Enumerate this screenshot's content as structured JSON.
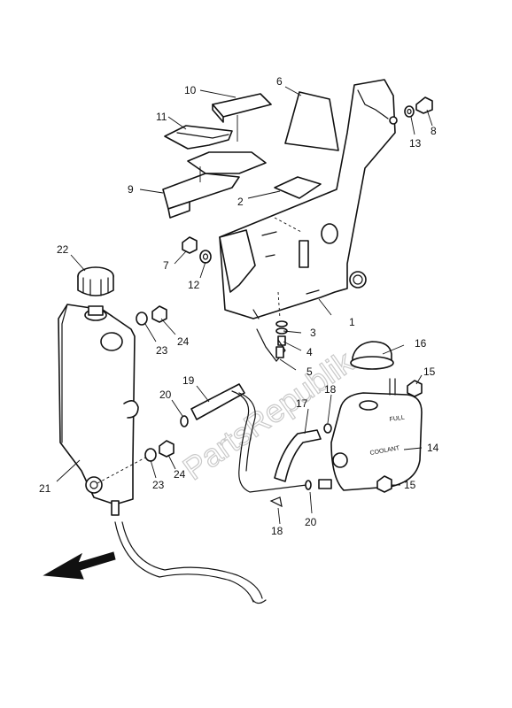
{
  "diagram": {
    "watermark": "PartsRepublik",
    "callouts": {
      "c1": "1",
      "c2": "2",
      "c3": "3",
      "c4": "4",
      "c5": "5",
      "c6": "6",
      "c7": "7",
      "c8": "8",
      "c9": "9",
      "c10": "10",
      "c11": "11",
      "c12": "12",
      "c13": "13",
      "c14": "14",
      "c15a": "15",
      "c15b": "15",
      "c16": "16",
      "c17": "17",
      "c18a": "18",
      "c18b": "18",
      "c19": "19",
      "c20a": "20",
      "c20b": "20",
      "c21": "21",
      "c22": "22",
      "c23a": "23",
      "c23b": "23",
      "c24a": "24",
      "c24b": "24"
    },
    "tank_labels": {
      "fill": "FULL",
      "coolant": "COOLANT"
    },
    "icons": {
      "direction": "front-arrow-icon"
    }
  }
}
